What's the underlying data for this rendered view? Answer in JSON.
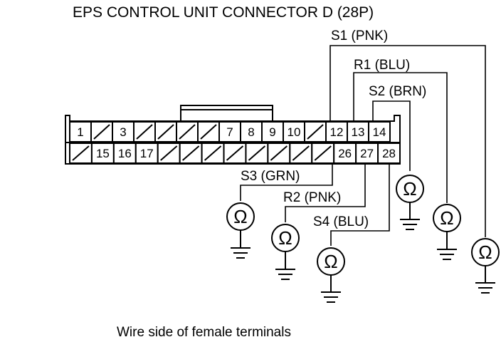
{
  "title": "EPS CONTROL UNIT CONNECTOR D (28P)",
  "caption": "Wire side of female terminals",
  "ohm_symbol": "Ω",
  "connector": {
    "top_row": [
      "1",
      "",
      "3",
      "",
      "",
      "",
      "",
      "7",
      "8",
      "9",
      "10",
      "",
      "12",
      "13",
      "14"
    ],
    "bottom_row": [
      "",
      "15",
      "16",
      "17",
      "",
      "",
      "",
      "",
      "",
      "",
      "",
      "",
      "26",
      "27",
      "28"
    ]
  },
  "wires": {
    "s1": "S1 (PNK)",
    "r1": "R1 (BLU)",
    "s2": "S2 (BRN)",
    "s3": "S3 (GRN)",
    "r2": "R2 (PNK)",
    "s4": "S4 (BLU)"
  }
}
